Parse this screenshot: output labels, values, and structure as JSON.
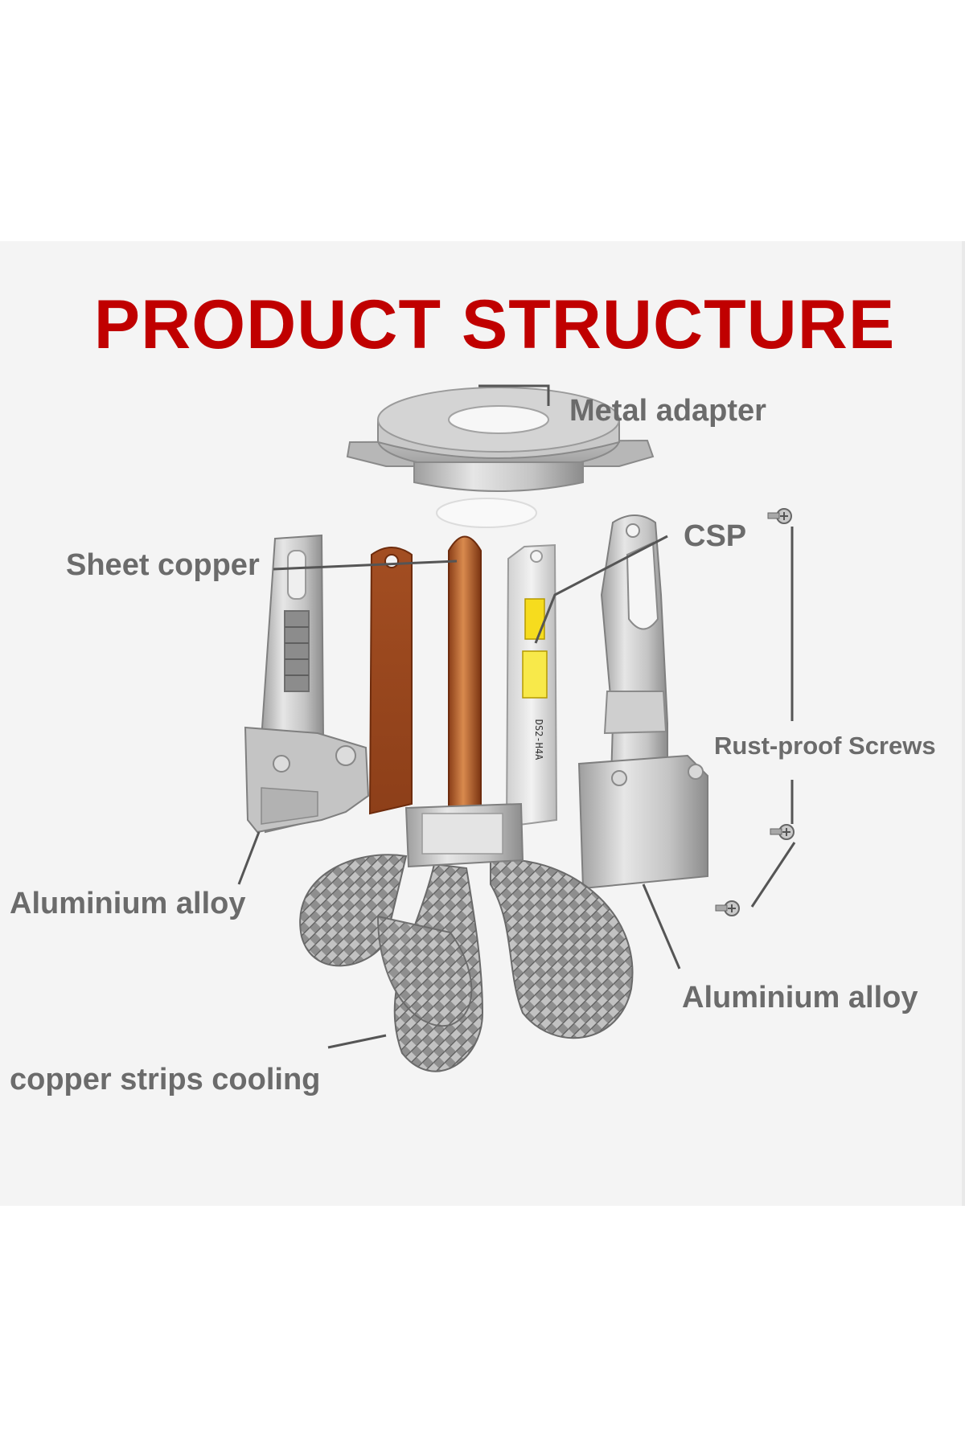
{
  "title": "PRODUCT STRUCTURE",
  "labels": {
    "metal_adapter": "Metal adapter",
    "csp": "CSP",
    "sheet_copper": "Sheet copper",
    "rust_proof_screws": "Rust-proof Screws",
    "aluminium_alloy_left": "Aluminium alloy",
    "aluminium_alloy_right": "Aluminium alloy",
    "copper_strips_cooling": "copper strips cooling"
  },
  "board_marking": "DS2-H4A",
  "colors": {
    "title": "#c00000",
    "label_text": "#6b6b6b",
    "leader_line": "#555555",
    "copper": "#b8622c",
    "aluminium": "#c9c9c9",
    "led_yellow": "#f6dc1e"
  }
}
